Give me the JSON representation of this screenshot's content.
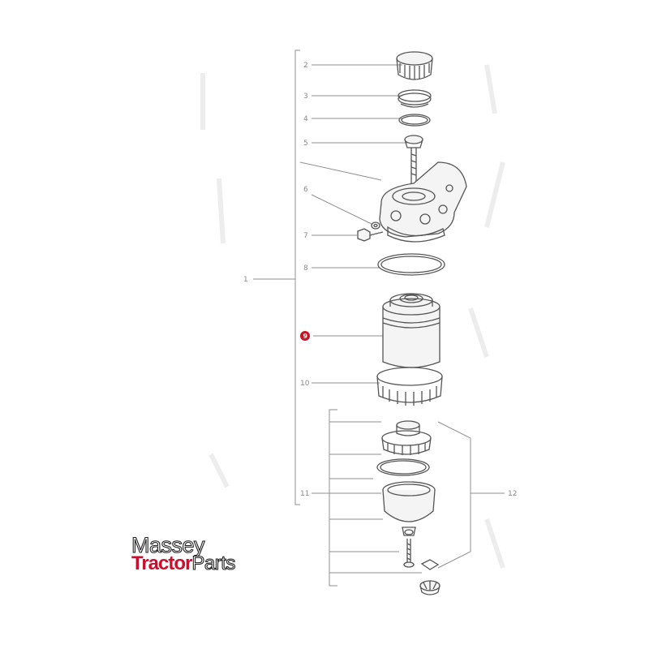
{
  "diagram": {
    "callouts": [
      {
        "id": "c1",
        "label": "1"
      },
      {
        "id": "c2",
        "label": "2"
      },
      {
        "id": "c3",
        "label": "3"
      },
      {
        "id": "c4",
        "label": "4"
      },
      {
        "id": "c5",
        "label": "5"
      },
      {
        "id": "c6",
        "label": "6"
      },
      {
        "id": "c7",
        "label": "7"
      },
      {
        "id": "c8",
        "label": "8"
      },
      {
        "id": "c9",
        "label": "9",
        "highlighted": true
      },
      {
        "id": "c10",
        "label": "10"
      },
      {
        "id": "c11",
        "label": "11"
      },
      {
        "id": "c12",
        "label": "12"
      }
    ],
    "highlight_color": "#cc1122"
  },
  "logo": {
    "line1": "Massey",
    "line2_bold": "Tractor",
    "line2_light": "Parts",
    "brand_color": "#c8102e"
  }
}
